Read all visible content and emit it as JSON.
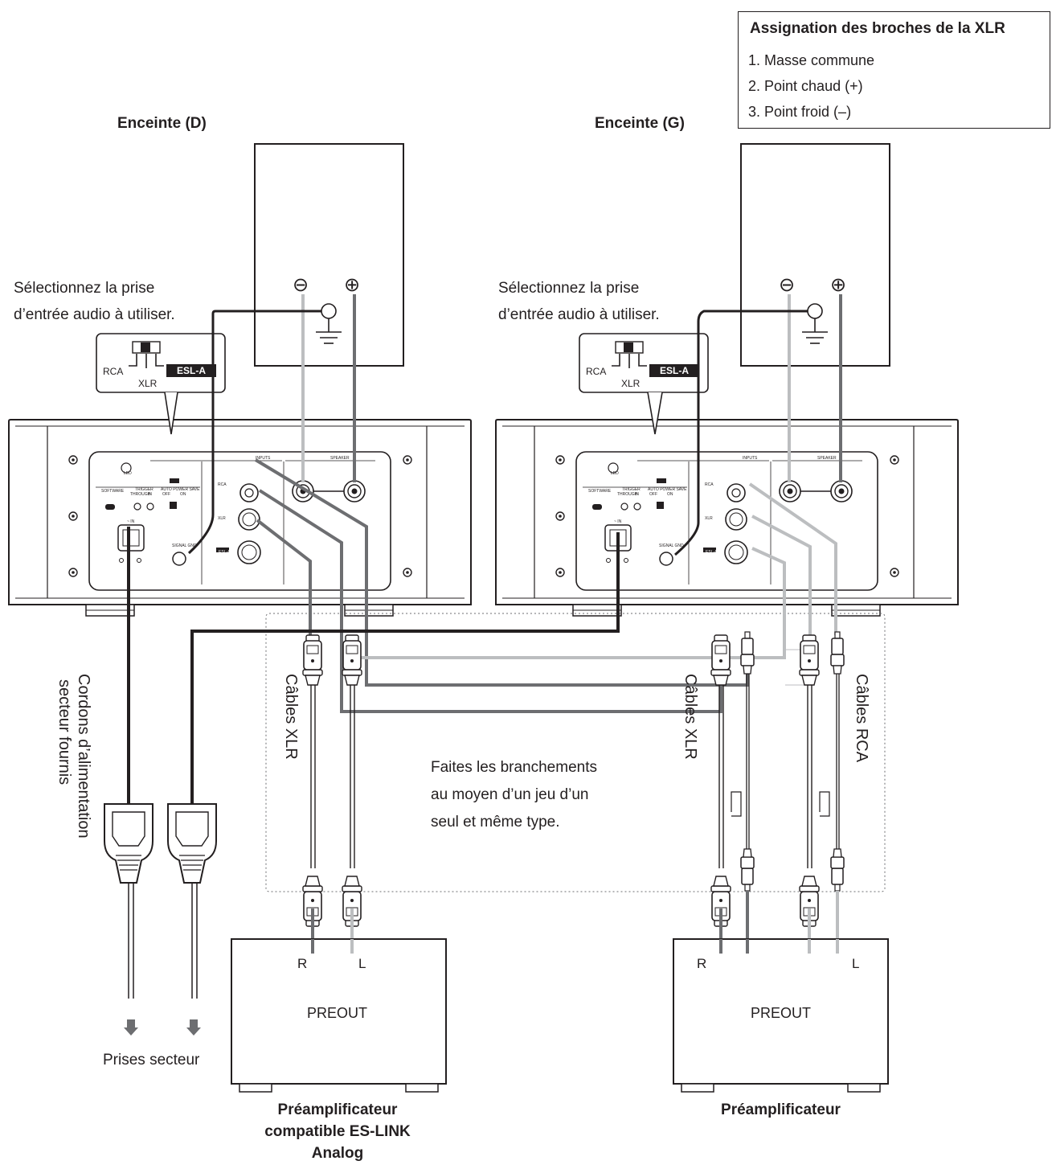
{
  "pin_box": {
    "title": "Assignation des broches de la XLR",
    "items": [
      "1. Masse commune",
      "2. Point chaud (+)",
      "3. Point froid (–)"
    ]
  },
  "speakers": {
    "right": "Enceinte (D)",
    "left": "Enceinte (G)",
    "minus_symbol": "⊖",
    "plus_symbol": "⊕"
  },
  "select_input_note": [
    "Sélectionnez la prise",
    "d’entrée audio à utiliser."
  ],
  "switch_callout": {
    "rca": "RCA",
    "xlr": "XLR",
    "esl": "ESL-A"
  },
  "amp_panel": {
    "led": "LED",
    "software": "SOFTWARE",
    "trigger": "TRIGGER",
    "through": "THROUGH",
    "in": "IN",
    "auto_power_save": "AUTO POWER SAVE",
    "off": "OFF",
    "on": "ON",
    "ac_in": "~ IN",
    "signal_gnd": "SIGNAL GND",
    "inputs": "INPUTS",
    "speaker": "SPEAKER",
    "rca": "RCA",
    "xlr": "XLR",
    "esl": "ESL-A"
  },
  "power_cords_label": [
    "Cordons d’alimentation",
    "secteur fournis"
  ],
  "mains_label": "Prises secteur",
  "cables": {
    "xlr_left": "Câbles XLR",
    "xlr_right": "Câbles XLR",
    "rca": "Câbles RCA"
  },
  "connection_note": [
    "Faites les branchements",
    "au moyen d’un jeu d’un",
    "seul et même type."
  ],
  "preamps": {
    "eslink": {
      "channel_r": "R",
      "channel_l": "L",
      "output": "PREOUT",
      "caption": [
        "Préamplificateur",
        "compatible ES-LINK",
        "Analog"
      ]
    },
    "standard": {
      "channel_r": "R",
      "channel_l": "L",
      "output": "PREOUT",
      "caption": "Préamplificateur"
    }
  },
  "colors": {
    "ink": "#231f20",
    "cable_dark": "#6d6e71",
    "cable_light": "#bcbec0",
    "power": "#231f20",
    "amp_fill": "#ffffff"
  }
}
